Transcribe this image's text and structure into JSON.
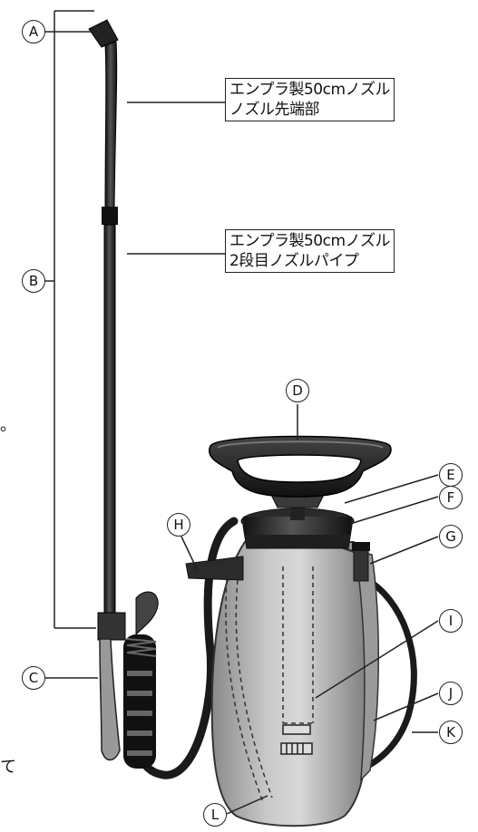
{
  "callouts": {
    "A": "A",
    "B": "B",
    "C": "C",
    "D": "D",
    "E": "E",
    "F": "F",
    "G": "G",
    "H": "H",
    "I": "I",
    "J": "J",
    "K": "K",
    "L": "L"
  },
  "labels": {
    "nozzle_tip": {
      "line1": "エンプラ製50cmノズル",
      "line2": "ノズル先端部"
    },
    "nozzle_pipe": {
      "line1": "エンプラ製50cmノズル",
      "line2": "2段目ノズルパイプ"
    }
  },
  "edge_fragments": {
    "period": "。",
    "te": "て"
  }
}
